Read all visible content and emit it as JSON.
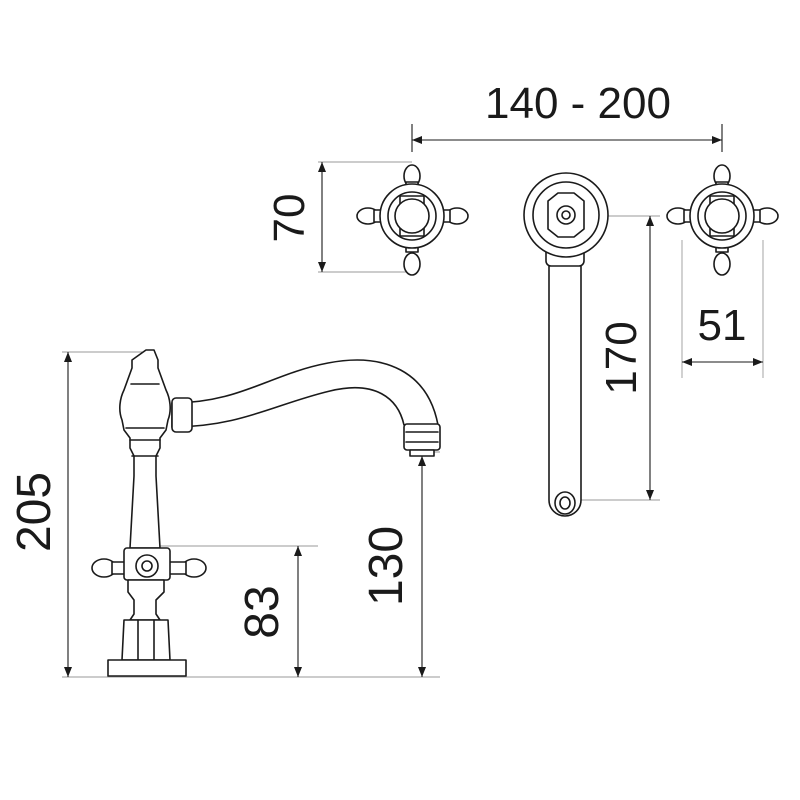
{
  "dimensions": {
    "spread": "140 - 200",
    "handle_height": "70",
    "outlet_height": "170",
    "handle_width": "51",
    "total_height": "205",
    "handle_axis_height": "83",
    "spout_outlet_height": "130"
  },
  "colors": {
    "line": "#1a1a1a",
    "extension": "#9a9a9a",
    "background": "#ffffff"
  }
}
